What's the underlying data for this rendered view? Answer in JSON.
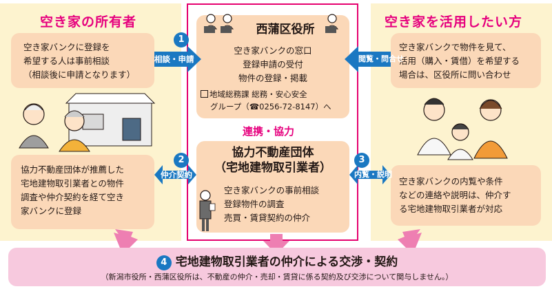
{
  "left": {
    "title": "空き家の所有者",
    "box1": [
      "空き家バンクに登録を",
      "希望する人は事前相談",
      "（相談後に申請となります）"
    ],
    "box2": [
      "協力不動産団体が推薦した",
      "宅地建物取引業者との物件",
      "調査や仲介契約を経て空き",
      "家バンクに登録"
    ]
  },
  "right": {
    "title": "空き家を活用したい方",
    "box1": [
      "空き家バンクで物件を見て、",
      "活用（購入・賃借）を希望する",
      "場合は、区役所に問い合わせ"
    ],
    "box2": [
      "空き家バンクの内覧や条件",
      "などの連絡や説明は、仲介す",
      "る宅地建物取引業者が対応"
    ]
  },
  "center": {
    "office_title": "西蒲区役所",
    "office_lines": [
      "空き家バンクの窓口",
      "登録申請の受付",
      "物件の登録・掲載"
    ],
    "contact_line1": "地域総務課 総務・安心安全",
    "contact_line2": "グループ（☎0256-72-8147）へ",
    "collab_label": "連携・協力",
    "realtor_title1": "協力不動産団体",
    "realtor_title2": "（宅地建物取引業者）",
    "realtor_lines": [
      "空き家バンクの事前相談",
      "登録物件の調査",
      "売買・賃貸契約の仲介"
    ]
  },
  "steps": [
    {
      "num": "1",
      "label": "相談・申請"
    },
    {
      "num": "2",
      "label": "仲介契約"
    },
    {
      "num": "3",
      "label": "内覧・説明"
    },
    {
      "num": "4",
      "label": ""
    }
  ],
  "arrow_label_view": "閲覧・問合せ",
  "bottom": {
    "title": "宅地建物取引業者の仲介による交渉・契約",
    "note": "（新潟市役所・西蒲区役所は、不動産の仲介・売却・賃貸に係る契約及び交渉について関与しません。）"
  },
  "colors": {
    "accent": "#e6007e",
    "arrow_blue": "#1a78c2",
    "arrow_pink": "#ee7fb2",
    "panel": "#fdf3cf",
    "box": "#fbd8b8"
  }
}
